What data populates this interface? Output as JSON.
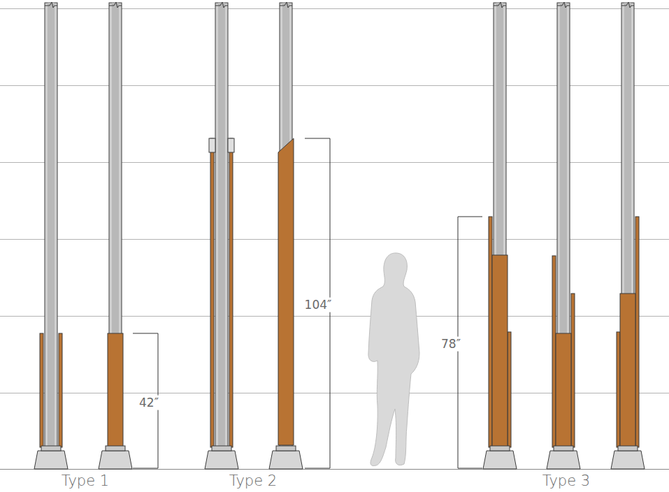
{
  "diagram": {
    "labels": [
      "42″",
      "104″",
      "78″",
      "Type 1",
      "Type 2",
      "Type 3"
    ]
  }
}
